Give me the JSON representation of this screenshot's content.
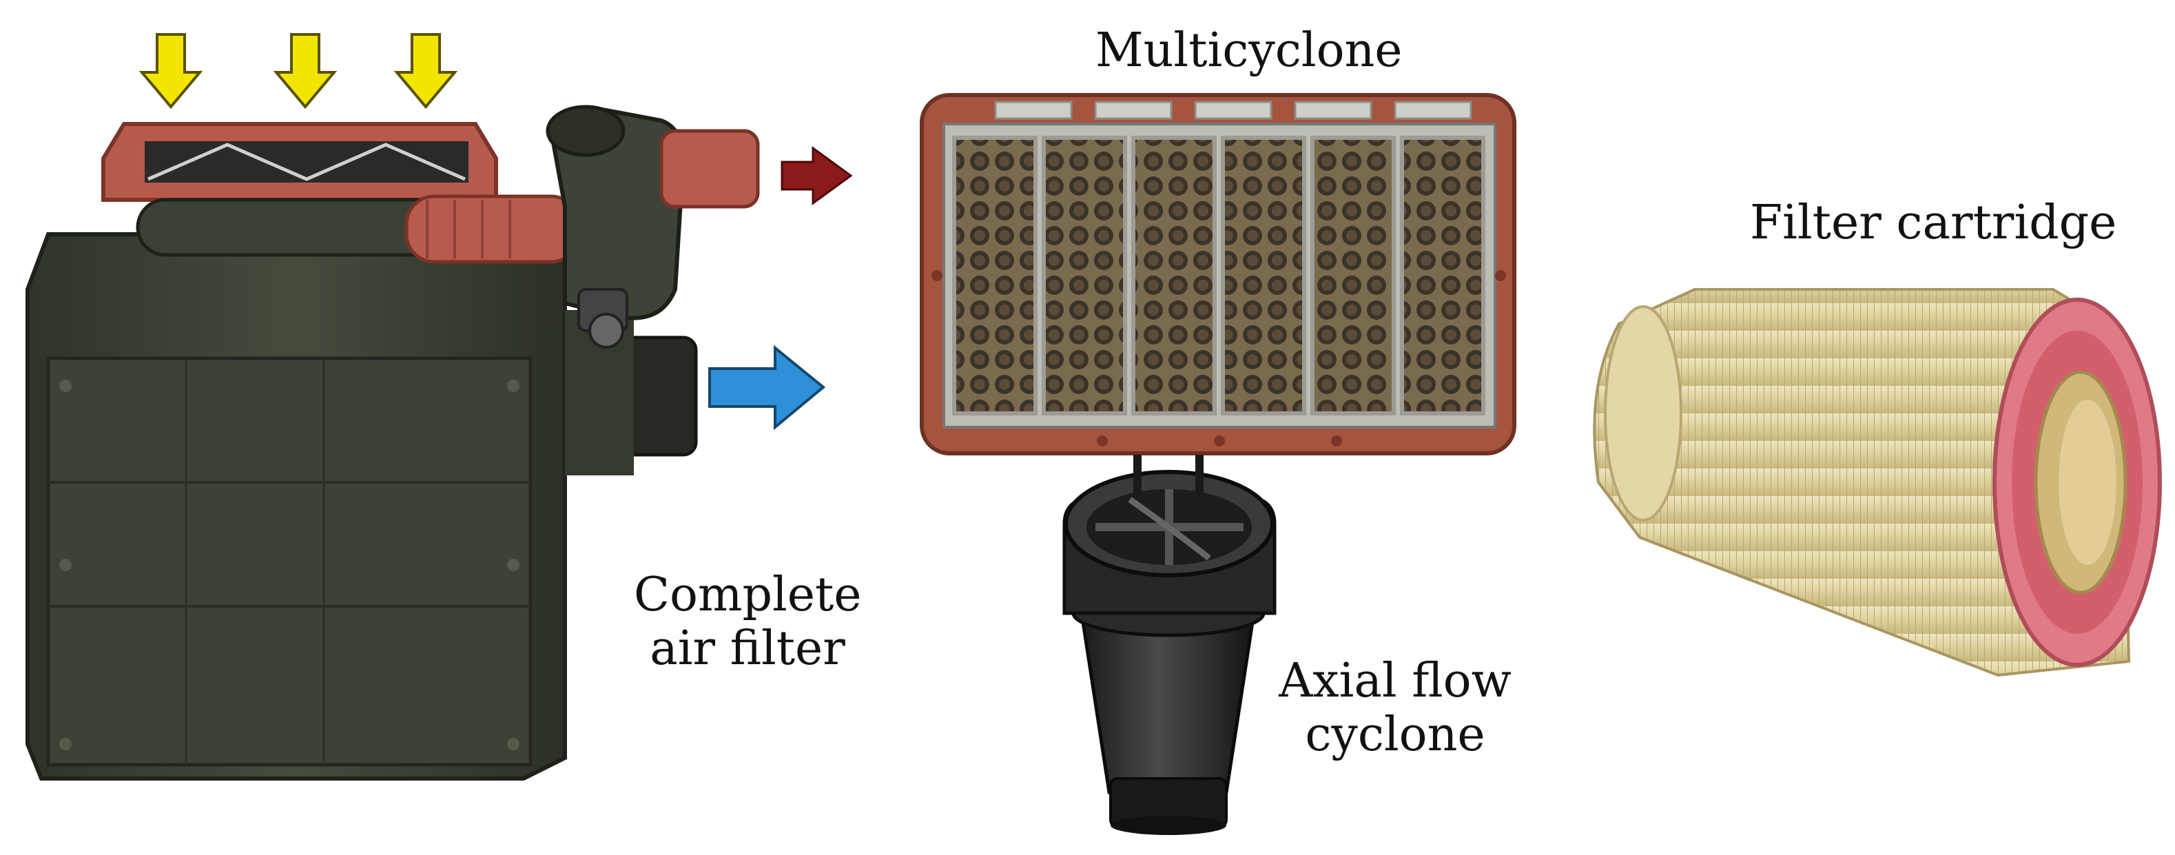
{
  "labels": {
    "multicyclone": "Multicyclone",
    "filter_cartridge": "Filter cartridge",
    "complete_air_filter_line1": "Complete",
    "complete_air_filter_line2": "air filter",
    "axial_flow_cyclone_line1": "Axial flow",
    "axial_flow_cyclone_line2": "cyclone"
  },
  "colors": {
    "inlet_arrow": "#f2e600",
    "outlet_arrow_clean": "#8b1a1a",
    "outlet_arrow_dust": "#2f8fd8",
    "housing": "#3a3f32",
    "rubber_hose": "#b85a4e",
    "cartridge_pleat": "#e2d6a6",
    "cartridge_rim": "#e07a86",
    "multicyclone_frame": "#a5543f"
  },
  "icons": {
    "inlet_arrows": "arrow-down-icon",
    "outlet_arrow_clean": "arrow-right-icon",
    "outlet_arrow_dust": "arrow-right-icon"
  }
}
